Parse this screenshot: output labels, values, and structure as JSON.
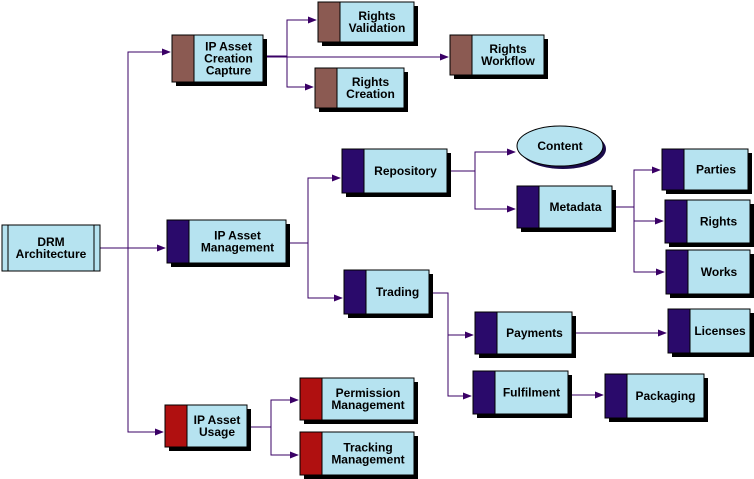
{
  "colors": {
    "background": "#ffffff",
    "box_fill": "#b6e3f0",
    "box_border": "#000000",
    "connector": "#3a0066",
    "tab_creation": "#8b5a52",
    "tab_management": "#2a0a6b",
    "tab_usage": "#b01010"
  },
  "nodes": {
    "drm_architecture": {
      "lines": [
        "DRM",
        "Architecture"
      ]
    },
    "ip_asset_creation_capture": {
      "lines": [
        "IP Asset",
        "Creation",
        "Capture"
      ]
    },
    "rights_validation": {
      "lines": [
        "Rights",
        "Validation"
      ]
    },
    "rights_workflow": {
      "lines": [
        "Rights",
        "Workflow"
      ]
    },
    "rights_creation": {
      "lines": [
        "Rights",
        "Creation"
      ]
    },
    "ip_asset_management": {
      "lines": [
        "IP Asset",
        "Management"
      ]
    },
    "repository": {
      "lines": [
        "Repository"
      ]
    },
    "content": {
      "lines": [
        "Content"
      ]
    },
    "metadata": {
      "lines": [
        "Metadata"
      ]
    },
    "parties": {
      "lines": [
        "Parties"
      ]
    },
    "rights": {
      "lines": [
        "Rights"
      ]
    },
    "works": {
      "lines": [
        "Works"
      ]
    },
    "trading": {
      "lines": [
        "Trading"
      ]
    },
    "payments": {
      "lines": [
        "Payments"
      ]
    },
    "licenses": {
      "lines": [
        "Licenses"
      ]
    },
    "fulfilment": {
      "lines": [
        "Fulfilment"
      ]
    },
    "packaging": {
      "lines": [
        "Packaging"
      ]
    },
    "ip_asset_usage": {
      "lines": [
        "IP Asset",
        "Usage"
      ]
    },
    "permission_management": {
      "lines": [
        "Permission",
        "Management"
      ]
    },
    "tracking_management": {
      "lines": [
        "Tracking",
        "Management"
      ]
    }
  }
}
